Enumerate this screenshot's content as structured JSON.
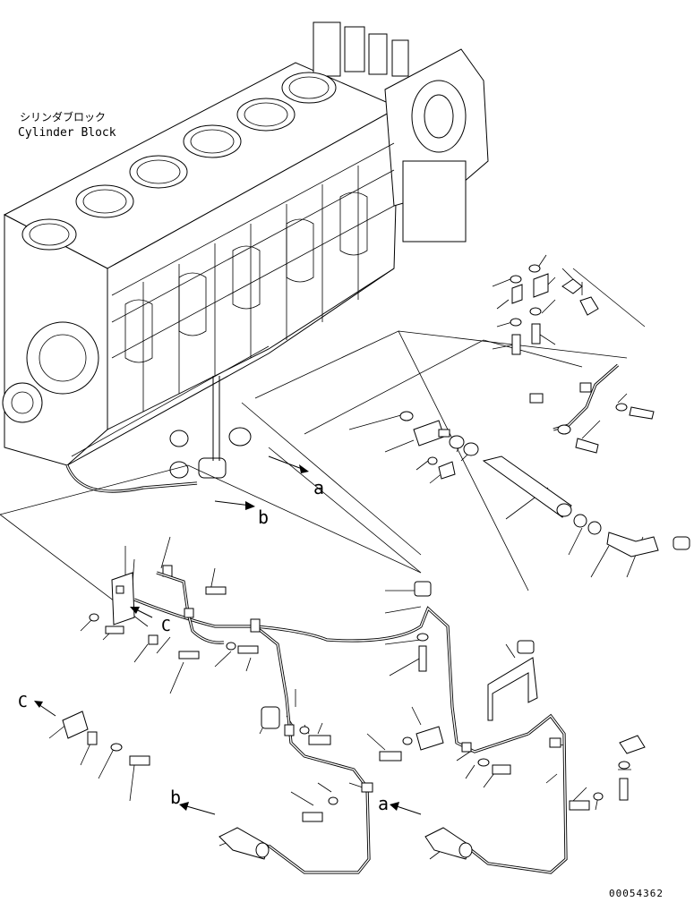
{
  "labels": {
    "cylinder_block_jp": "シリンダブロック",
    "cylinder_block_en": "Cylinder Block",
    "ref_a": "a",
    "ref_b": "b",
    "ref_c": "C",
    "drawing_number": "00054362"
  },
  "colors": {
    "line": "#000000",
    "background": "#ffffff"
  }
}
